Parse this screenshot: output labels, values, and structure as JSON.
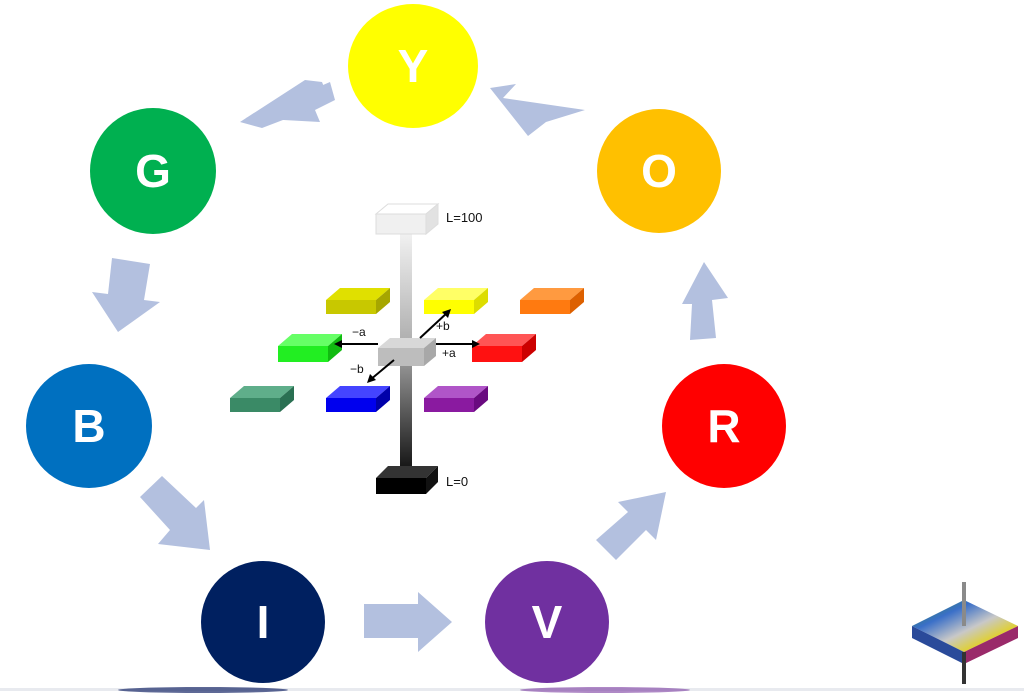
{
  "colors": {
    "arrow": "#b3c0df",
    "Y": "#ffff00",
    "O": "#ffc000",
    "R": "#ff0000",
    "V": "#7030a0",
    "I": "#002060",
    "B": "#0070c0",
    "G": "#00b050"
  },
  "cycle": [
    {
      "letter": "Y",
      "name": "circle-yellow"
    },
    {
      "letter": "O",
      "name": "circle-orange"
    },
    {
      "letter": "R",
      "name": "circle-red"
    },
    {
      "letter": "V",
      "name": "circle-violet"
    },
    {
      "letter": "I",
      "name": "circle-indigo"
    },
    {
      "letter": "B",
      "name": "circle-blue"
    },
    {
      "letter": "G",
      "name": "circle-green"
    }
  ],
  "lab": {
    "top_label": "L=100",
    "bottom_label": "L=0",
    "axis_neg_a": "−a",
    "axis_pos_a": "+a",
    "axis_neg_b": "−b",
    "axis_pos_b": "+b"
  }
}
